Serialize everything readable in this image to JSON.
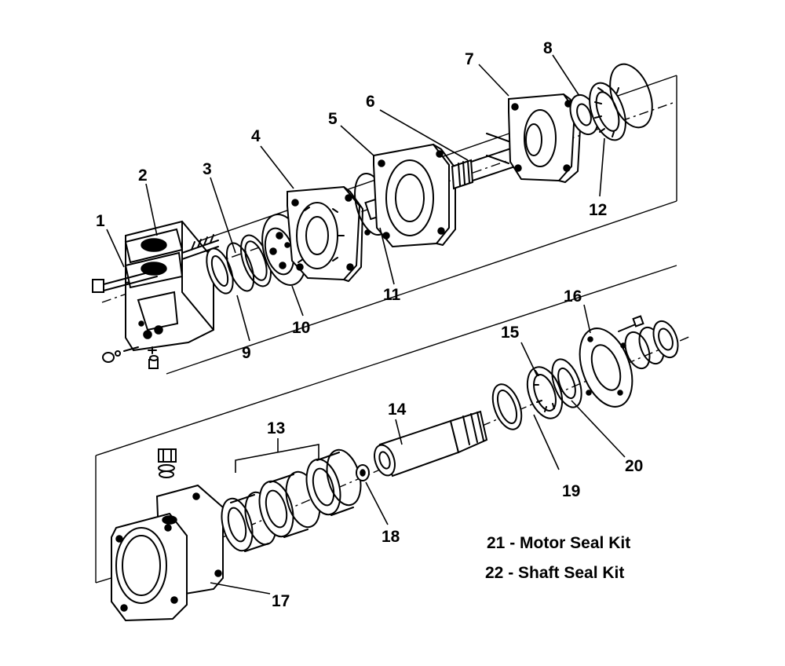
{
  "callouts": {
    "c1": "1",
    "c2": "2",
    "c3": "3",
    "c4": "4",
    "c5": "5",
    "c6": "6",
    "c7": "7",
    "c8": "8",
    "c9": "9",
    "c10": "10",
    "c11": "11",
    "c12": "12",
    "c13": "13",
    "c14": "14",
    "c15": "15",
    "c16": "16",
    "c17": "17",
    "c18": "18",
    "c19": "19",
    "c20": "20"
  },
  "kits": {
    "motor_seal": "21 - Motor Seal Kit",
    "shaft_seal": "22 - Shaft Seal Kit"
  }
}
